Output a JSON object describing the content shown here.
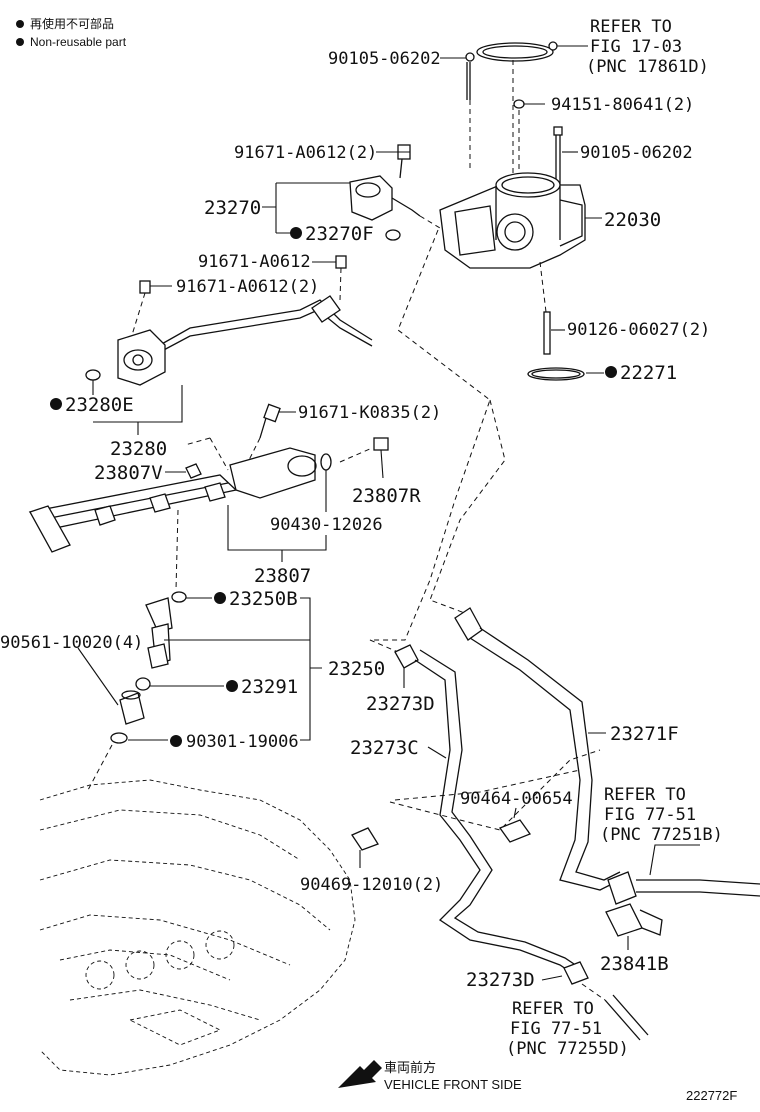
{
  "legend": {
    "nonreusable_ja": "再使用不可部品",
    "nonreusable_en": "Non-reusable part"
  },
  "refs": {
    "ref1": [
      "REFER TO",
      "FIG 17-03",
      "(PNC 17861D)"
    ],
    "ref2": [
      "REFER TO",
      "FIG 77-51",
      "(PNC 77251B)"
    ],
    "ref3": [
      "REFER TO",
      "FIG 77-51",
      "(PNC 77255D)"
    ]
  },
  "parts": {
    "p90105a": "90105-06202",
    "p94151": "94151-80641(2)",
    "p90105b": "90105-06202",
    "p91671a": "91671-A0612(2)",
    "p23270": "23270",
    "p23270f": "23270F",
    "p22030": "22030",
    "p91671b": "91671-A0612",
    "p91671c": "91671-A0612(2)",
    "p90126": "90126-06027(2)",
    "p22271": "22271",
    "p23280e": "23280E",
    "p23280": "23280",
    "p91671k": "91671-K0835(2)",
    "p23807v": "23807V",
    "p23807r": "23807R",
    "p90430": "90430-12026",
    "p23807": "23807",
    "p23250b": "23250B",
    "p90561": "90561-10020(4)",
    "p23250": "23250",
    "p23291": "23291",
    "p90301": "90301-19006",
    "p23273d_a": "23273D",
    "p23273c": "23273C",
    "p23271f": "23271F",
    "p90464": "90464-00654",
    "p90469": "90469-12010(2)",
    "p23841b": "23841B",
    "p23273d_b": "23273D"
  },
  "footer": {
    "front_ja": "車両前方",
    "front_en": "VEHICLE FRONT SIDE",
    "figure_id": "222772F"
  }
}
